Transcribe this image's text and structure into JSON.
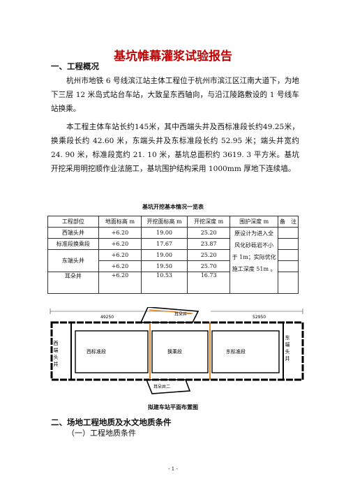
{
  "title": "基坑帷幕灌浆试验报告",
  "section1": {
    "heading": "一、工程概况",
    "para1": "杭州市地铁 6 号线滨江站主体工程位于杭州市滨江区江南大道下，为地下三层 12 米岛式站台车站，大致呈东西轴向，与沿江陵路敷设的 1 号线车站换乘。",
    "para2": "本工程主体车站长约145米，其中西端头井及西标准段长约49.25米，换乘段长约 42.60 米，东端头井及东标准段长约 52.95 米；端头井宽约 24. 90 米，标准段宽约 21. 10 米，基坑总面积约 3619. 3 平方米。基坑开挖采用明挖顺作业法施工，基坑围护结构采用 1000mm 厚地下连续墙。"
  },
  "table": {
    "caption": "基坑开挖基本情况一览表",
    "headers": [
      "工程部位",
      "地面标高 m",
      "开挖面标高 m",
      "开挖深度 m",
      "围护深度 m",
      "备　注"
    ],
    "rows": [
      {
        "part": "西端头井",
        "ground": "+6.20",
        "face": "19.00",
        "depth": "25.20"
      },
      {
        "part": "标准段换乘段",
        "ground": "+6.20",
        "face": "17.67",
        "depth": "23.87"
      },
      {
        "part": "东端头井",
        "ground": "+6.20",
        "face": "19.00",
        "depth": "25.20"
      },
      {
        "part": "",
        "ground": "+6.20",
        "face": "19.50",
        "depth": "25.70"
      },
      {
        "part": "耳朵井",
        "ground": "+6.20",
        "face": "10.53",
        "depth": "16.73"
      }
    ],
    "retaining_note": "原设计为进入全风化砂砾岩不小于 1m；实际优化施工深度 51m 。"
  },
  "plan": {
    "caption": "拟建车站平面布置图",
    "labels": {
      "west_end": "西端头井",
      "west_std": "西标准段",
      "transfer": "换乘段",
      "east_std": "东标准段",
      "east_end": "东端头井",
      "ear_top": "耳朵井一",
      "ear_bottom": "耳朵井二",
      "dim_left": "49250",
      "dim_right": "52950"
    }
  },
  "section2": {
    "heading": "二、场地工程地质及水文地质条件",
    "sub1": "（一）工程地质条件"
  },
  "page_number": "- 1 -"
}
